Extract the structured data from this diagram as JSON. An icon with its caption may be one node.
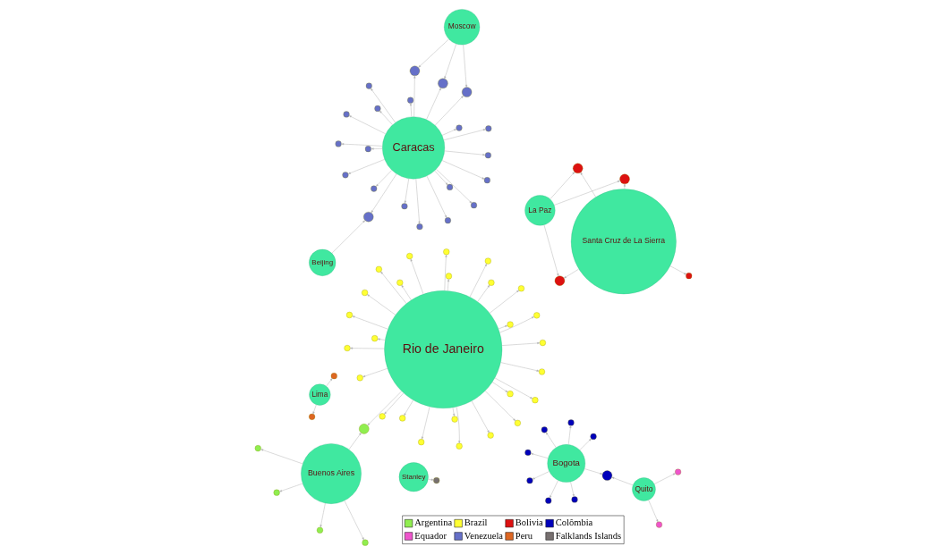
{
  "diagram": {
    "nodes": [
      {
        "text": [
          "Buenos Aires"
        ]
      },
      {
        "text": [],
        "shape": "circle"
      },
      {
        "text": [],
        "shape": "circle"
      },
      {
        "text": [],
        "shape": "circle"
      },
      {
        "text": [],
        "shape": "circle"
      },
      {
        "text": [],
        "shape": "circle"
      },
      {
        "text": [
          "Rio de Janeiro"
        ]
      },
      {
        "text": [],
        "shape": "circle"
      },
      {
        "text": [],
        "shape": "circle"
      },
      {
        "text": [],
        "shape": "circle"
      },
      {
        "text": [],
        "shape": "circle"
      },
      {
        "text": [],
        "shape": "circle"
      },
      {
        "text": [],
        "shape": "circle"
      },
      {
        "text": [],
        "shape": "circle"
      },
      {
        "text": [],
        "shape": "circle"
      },
      {
        "text": [],
        "shape": "circle"
      },
      {
        "text": [],
        "shape": "circle"
      },
      {
        "text": [],
        "shape": "circle"
      },
      {
        "text": [],
        "shape": "circle"
      },
      {
        "text": [],
        "shape": "circle"
      },
      {
        "text": [],
        "shape": "circle"
      },
      {
        "text": [],
        "shape": "circle"
      },
      {
        "text": [],
        "shape": "circle"
      },
      {
        "text": [],
        "shape": "circle"
      },
      {
        "text": [],
        "shape": "circle"
      },
      {
        "text": [],
        "shape": "circle"
      },
      {
        "text": [],
        "shape": "circle"
      },
      {
        "text": [],
        "shape": "circle"
      },
      {
        "text": [],
        "shape": "circle"
      },
      {
        "text": [],
        "shape": "circle"
      },
      {
        "text": [],
        "shape": "circle"
      },
      {
        "text": [],
        "shape": "circle"
      },
      {
        "text": [],
        "shape": "circle"
      },
      {
        "text": [
          "Beijing"
        ]
      },
      {
        "text": [
          "Caracas"
        ]
      },
      {
        "text": [],
        "shape": "circle"
      },
      {
        "text": [],
        "shape": "circle"
      },
      {
        "text": [],
        "shape": "circle"
      },
      {
        "text": [],
        "shape": "circle"
      },
      {
        "text": [],
        "shape": "circle"
      },
      {
        "text": [],
        "shape": "circle"
      },
      {
        "text": [],
        "shape": "circle"
      },
      {
        "text": [],
        "shape": "circle"
      },
      {
        "text": [],
        "shape": "circle"
      },
      {
        "text": [],
        "shape": "circle"
      },
      {
        "text": [],
        "shape": "circle"
      },
      {
        "text": [],
        "shape": "circle"
      },
      {
        "text": [],
        "shape": "circle"
      },
      {
        "text": [],
        "shape": "circle"
      },
      {
        "text": [],
        "shape": "circle"
      },
      {
        "text": [],
        "shape": "circle"
      },
      {
        "text": [],
        "shape": "circle"
      },
      {
        "text": [],
        "shape": "circle"
      },
      {
        "text": [],
        "shape": "circle"
      },
      {
        "text": [],
        "shape": "circle"
      },
      {
        "text": [],
        "shape": "circle"
      },
      {
        "text": [
          "Moscow"
        ]
      },
      {
        "text": [
          "Lima"
        ]
      },
      {
        "text": [],
        "shape": "circle"
      },
      {
        "text": [],
        "shape": "circle"
      },
      {
        "text": [
          "Stanley"
        ]
      },
      {
        "text": [],
        "shape": "circle"
      },
      {
        "text": [
          "Quito"
        ]
      },
      {
        "text": [],
        "shape": "circle"
      },
      {
        "text": [],
        "shape": "circle"
      },
      {
        "text": [
          "Bogota"
        ]
      },
      {
        "text": [],
        "shape": "circle"
      },
      {
        "text": [],
        "shape": "circle"
      },
      {
        "text": [],
        "shape": "circle"
      },
      {
        "text": [],
        "shape": "circle"
      },
      {
        "text": [],
        "shape": "circle"
      },
      {
        "text": [],
        "shape": "circle"
      },
      {
        "text": [],
        "shape": "circle"
      },
      {
        "text": [],
        "shape": "circle"
      },
      {
        "text": [
          "Santa Cruz de La Sierra"
        ]
      },
      {
        "text": [],
        "shape": "circle"
      },
      {
        "text": [],
        "shape": "circle"
      },
      {
        "text": [],
        "shape": "circle"
      },
      {
        "text": [],
        "shape": "circle"
      },
      {
        "text": [
          "La Paz"
        ]
      }
    ],
    "edges": [
      {
        "from": 0,
        "to": 1,
        "arrow": "to"
      },
      {
        "from": 0,
        "to": 2,
        "arrow": "to"
      },
      {
        "from": 0,
        "to": 3,
        "arrow": "to"
      },
      {
        "from": 0,
        "to": 4,
        "arrow": "to"
      },
      {
        "from": 0,
        "to": 5,
        "arrow": "to"
      },
      {
        "from": 6,
        "to": 5,
        "arrow": "to"
      },
      {
        "from": 6,
        "to": 7,
        "arrow": "to"
      },
      {
        "from": 6,
        "to": 8,
        "arrow": "to"
      },
      {
        "from": 6,
        "to": 9,
        "arrow": "to"
      },
      {
        "from": 6,
        "to": 10,
        "arrow": "to"
      },
      {
        "from": 6,
        "to": 11,
        "arrow": "to"
      },
      {
        "from": 6,
        "to": 12,
        "arrow": "to"
      },
      {
        "from": 6,
        "to": 13,
        "arrow": "to"
      },
      {
        "from": 6,
        "to": 14,
        "arrow": "to"
      },
      {
        "from": 6,
        "to": 15,
        "arrow": "to"
      },
      {
        "from": 6,
        "to": 16,
        "arrow": "to"
      },
      {
        "from": 6,
        "to": 17,
        "arrow": "to"
      },
      {
        "from": 6,
        "to": 18,
        "arrow": "to"
      },
      {
        "from": 6,
        "to": 19,
        "arrow": "to"
      },
      {
        "from": 6,
        "to": 20,
        "arrow": "to"
      },
      {
        "from": 6,
        "to": 21,
        "arrow": "to"
      },
      {
        "from": 6,
        "to": 22,
        "arrow": "to"
      },
      {
        "from": 6,
        "to": 23,
        "arrow": "to"
      },
      {
        "from": 6,
        "to": 24,
        "arrow": "to"
      },
      {
        "from": 6,
        "to": 25,
        "arrow": "to"
      },
      {
        "from": 6,
        "to": 26,
        "arrow": "to"
      },
      {
        "from": 6,
        "to": 27,
        "arrow": "to"
      },
      {
        "from": 6,
        "to": 28,
        "arrow": "to"
      },
      {
        "from": 6,
        "to": 29,
        "arrow": "to"
      },
      {
        "from": 6,
        "to": 30,
        "arrow": "to"
      },
      {
        "from": 6,
        "to": 31,
        "arrow": "to"
      },
      {
        "from": 6,
        "to": 32,
        "arrow": "to"
      },
      {
        "from": 33,
        "to": 35,
        "arrow": "to"
      },
      {
        "from": 34,
        "to": 35,
        "arrow": "to"
      },
      {
        "from": 34,
        "to": 36,
        "arrow": "to"
      },
      {
        "from": 34,
        "to": 37,
        "arrow": "to"
      },
      {
        "from": 34,
        "to": 38,
        "arrow": "to"
      },
      {
        "from": 34,
        "to": 39,
        "arrow": "to"
      },
      {
        "from": 34,
        "to": 40,
        "arrow": "to"
      },
      {
        "from": 34,
        "to": 41,
        "arrow": "to"
      },
      {
        "from": 34,
        "to": 42,
        "arrow": "to"
      },
      {
        "from": 34,
        "to": 43,
        "arrow": "to"
      },
      {
        "from": 34,
        "to": 44,
        "arrow": "to"
      },
      {
        "from": 34,
        "to": 45,
        "arrow": "to"
      },
      {
        "from": 34,
        "to": 46,
        "arrow": "to"
      },
      {
        "from": 34,
        "to": 47,
        "arrow": "to"
      },
      {
        "from": 34,
        "to": 48,
        "arrow": "to"
      },
      {
        "from": 34,
        "to": 49,
        "arrow": "to"
      },
      {
        "from": 34,
        "to": 50,
        "arrow": "to"
      },
      {
        "from": 34,
        "to": 51,
        "arrow": "to"
      },
      {
        "from": 34,
        "to": 52,
        "arrow": "to"
      },
      {
        "from": 34,
        "to": 53,
        "arrow": "to"
      },
      {
        "from": 34,
        "to": 54,
        "arrow": "to"
      },
      {
        "from": 34,
        "to": 55,
        "arrow": "to"
      },
      {
        "from": 56,
        "to": 36,
        "arrow": "to"
      },
      {
        "from": 56,
        "to": 37,
        "arrow": "to"
      },
      {
        "from": 56,
        "to": 38,
        "arrow": "to"
      },
      {
        "from": 57,
        "to": 58,
        "arrow": "to"
      },
      {
        "from": 57,
        "to": 59,
        "arrow": "to"
      },
      {
        "from": 60,
        "to": 61,
        "arrow": "to"
      },
      {
        "from": 62,
        "to": 63,
        "arrow": "to"
      },
      {
        "from": 62,
        "to": 64,
        "arrow": "to"
      },
      {
        "from": 62,
        "to": 66,
        "arrow": "to"
      },
      {
        "from": 65,
        "to": 66,
        "arrow": "to"
      },
      {
        "from": 65,
        "to": 67,
        "arrow": "to"
      },
      {
        "from": 65,
        "to": 68,
        "arrow": "to"
      },
      {
        "from": 65,
        "to": 69,
        "arrow": "to"
      },
      {
        "from": 65,
        "to": 70,
        "arrow": "to"
      },
      {
        "from": 65,
        "to": 71,
        "arrow": "to"
      },
      {
        "from": 65,
        "to": 72,
        "arrow": "to"
      },
      {
        "from": 65,
        "to": 73,
        "arrow": "to"
      },
      {
        "from": 74,
        "to": 75,
        "arrow": "to"
      },
      {
        "from": 74,
        "to": 76,
        "arrow": "to"
      },
      {
        "from": 74,
        "to": 77,
        "arrow": "to"
      },
      {
        "from": 74,
        "to": 78,
        "arrow": "to"
      },
      {
        "from": 79,
        "to": 76,
        "arrow": "to"
      },
      {
        "from": 79,
        "to": 77,
        "arrow": "to"
      },
      {
        "from": 79,
        "to": 78,
        "arrow": "to"
      }
    ],
    "legend": [
      {
        "text": "Argentina",
        "color": "#90ee50"
      },
      {
        "text": "Brazil",
        "color": "#ffff33"
      },
      {
        "text": "Bolivia",
        "color": "#dd1111"
      },
      {
        "text": "Colômbia",
        "color": "#0000bb"
      },
      {
        "text": "Equador",
        "color": "#ee55cc"
      },
      {
        "text": "Venezuela",
        "color": "#6670c8"
      },
      {
        "text": "Peru",
        "color": "#dd6622"
      },
      {
        "text": "Falklands Islands",
        "color": "#777070"
      }
    ]
  }
}
